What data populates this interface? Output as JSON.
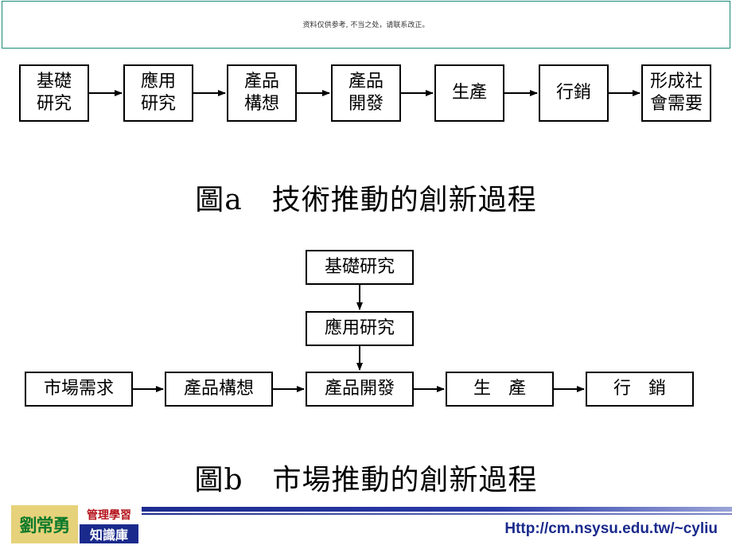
{
  "disclaimer": "资料仅供参考, 不当之处，请联系改正。",
  "figure_a": {
    "boxes": [
      "基礎\n研究",
      "應用\n研究",
      "產品\n構想",
      "產品\n開發",
      "生產",
      "行銷",
      "形成社\n會需要"
    ],
    "caption": "圖a　技術推動的創新過程"
  },
  "figure_b": {
    "top_boxes": [
      "基礎研究",
      "應用研究"
    ],
    "row_boxes": [
      "市場需求",
      "產品構想",
      "產品開發",
      "生　產",
      "行　銷"
    ],
    "caption": "圖b　市場推動的創新過程"
  },
  "footer": {
    "logo_name": "劉常勇",
    "logo_top": "管理學習",
    "logo_bottom": "知識庫",
    "url": "Http://cm.nsysu.edu.tw/~cyliu"
  },
  "colors": {
    "disclaimer_border": "#1a8a78",
    "footer_blue": "#1a2a8c",
    "logo_green": "#0e7a2a",
    "logo_red": "#b5121b"
  }
}
